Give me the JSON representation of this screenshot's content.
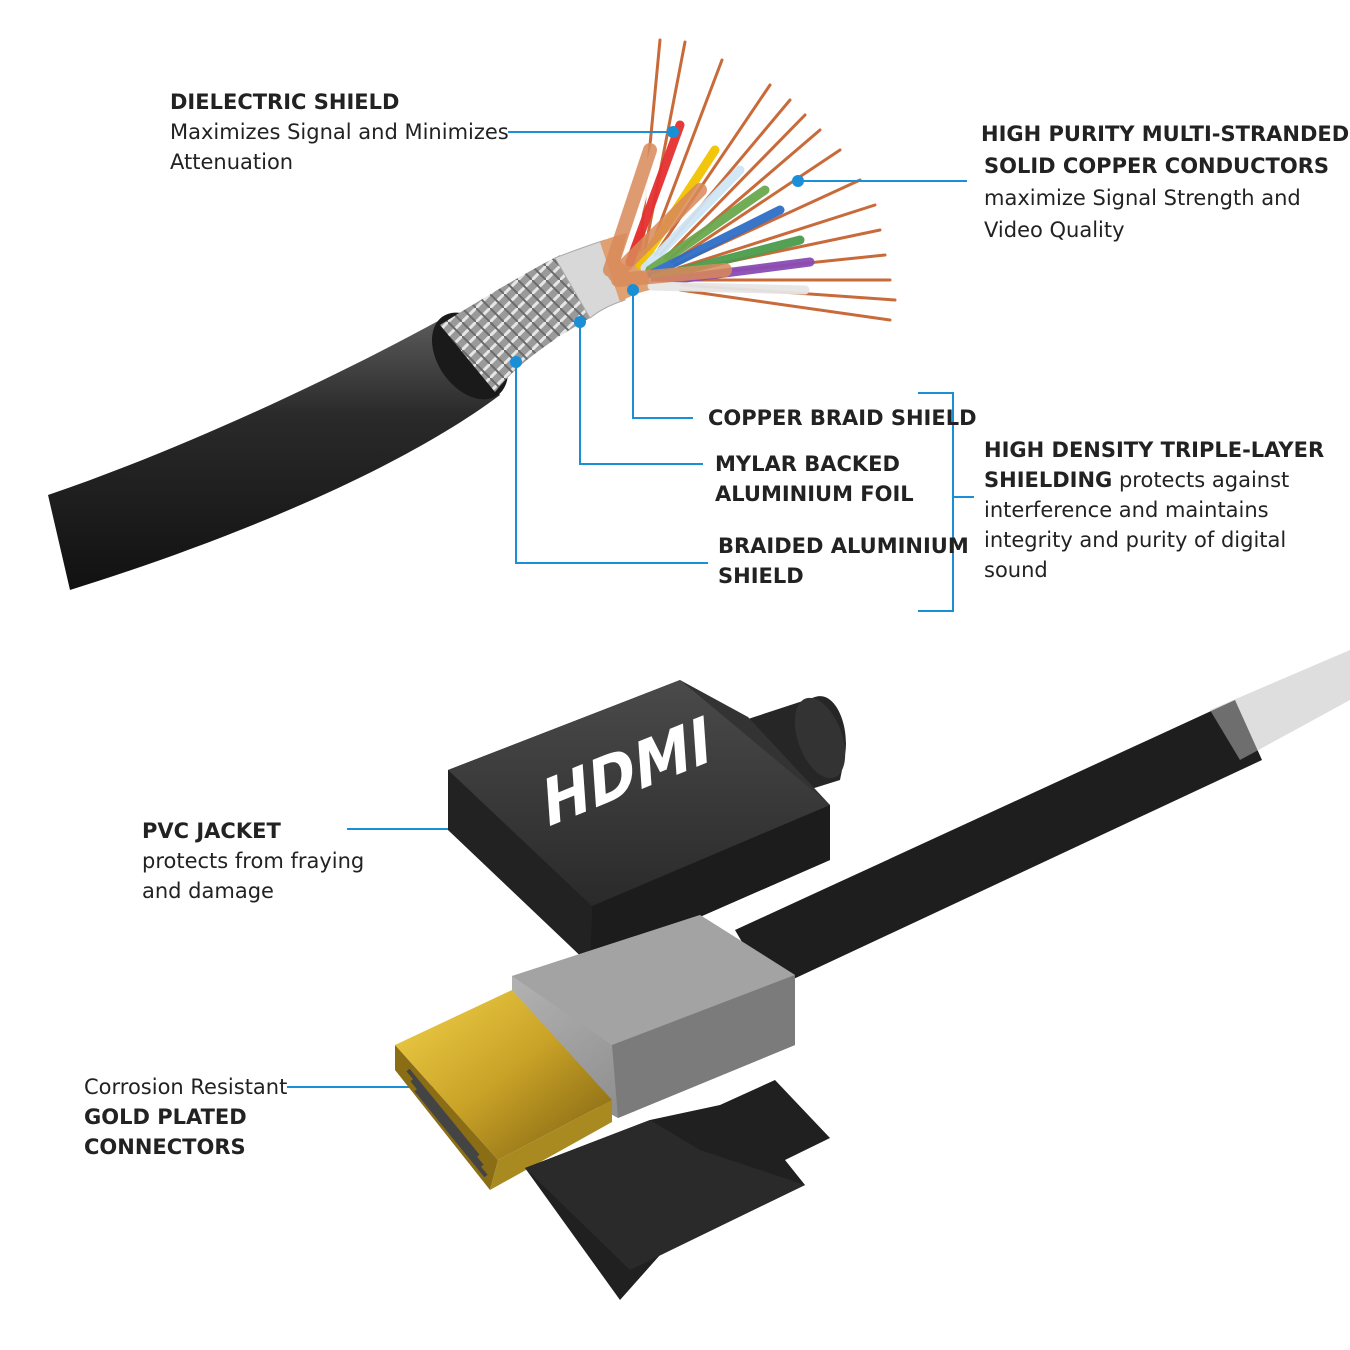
{
  "colors": {
    "callout": "#1a8fd6",
    "jacket": "#2b2b2b",
    "copper": "#d98a5a",
    "gold": "#c9a227",
    "metal": "#8c8c8c"
  },
  "labels": {
    "dielectric": {
      "title": "DIELECTRIC SHIELD",
      "line1": "Maximizes Signal and Minimizes",
      "line2": "Attenuation"
    },
    "conductors": {
      "title1": "HIGH PURITY MULTI-STRANDED",
      "title2": "SOLID COPPER CONDUCTORS",
      "line1": "maximize Signal Strength and",
      "line2": "Video Quality"
    },
    "copper_braid": {
      "title": "COPPER BRAID SHIELD"
    },
    "mylar": {
      "title1": "MYLAR BACKED",
      "title2": "ALUMINIUM FOIL"
    },
    "braided": {
      "title1": "BRAIDED ALUMINIUM",
      "title2": "SHIELD"
    },
    "triple": {
      "title1": "HIGH DENSITY TRIPLE-LAYER",
      "title2_bold": "SHIELDING",
      "title2_rest": " protects against",
      "line1": "interference and maintains",
      "line2": "integrity and purity of digital",
      "line3": "sound"
    },
    "pvc": {
      "title": "PVC JACKET",
      "line1": "protects from fraying",
      "line2": "and damage"
    },
    "gold": {
      "line1": "Corrosion Resistant",
      "title1": "GOLD PLATED",
      "title2": "CONNECTORS"
    }
  },
  "logo": {
    "text": "HDMI"
  }
}
